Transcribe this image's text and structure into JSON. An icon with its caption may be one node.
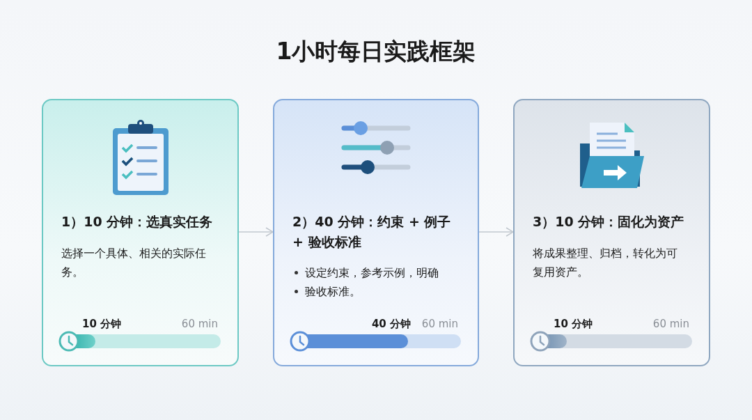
{
  "diagram": {
    "title": "1小时每日实践框架",
    "nodes": [
      {
        "text": [
          "1）10 分钟：选真实任务",
          "选择一个具体、相关的实际任务。",
          "10 分钟",
          "60 min"
        ]
      },
      {
        "text": [
          "2）40 分钟：约束 + 例子 + 验收标准",
          "设定约束，参考示例，明确",
          "验收标准。",
          "40 分钟",
          "60 min"
        ]
      },
      {
        "text": [
          "3）10 分钟：固化为资产",
          "将成果整理、归档，转化为可复用资产。",
          "10 分钟",
          "60 min"
        ]
      }
    ],
    "edges": [
      {
        "from": 0,
        "to": 1,
        "arrow": "to"
      },
      {
        "from": 1,
        "to": 2,
        "arrow": "to"
      }
    ]
  }
}
